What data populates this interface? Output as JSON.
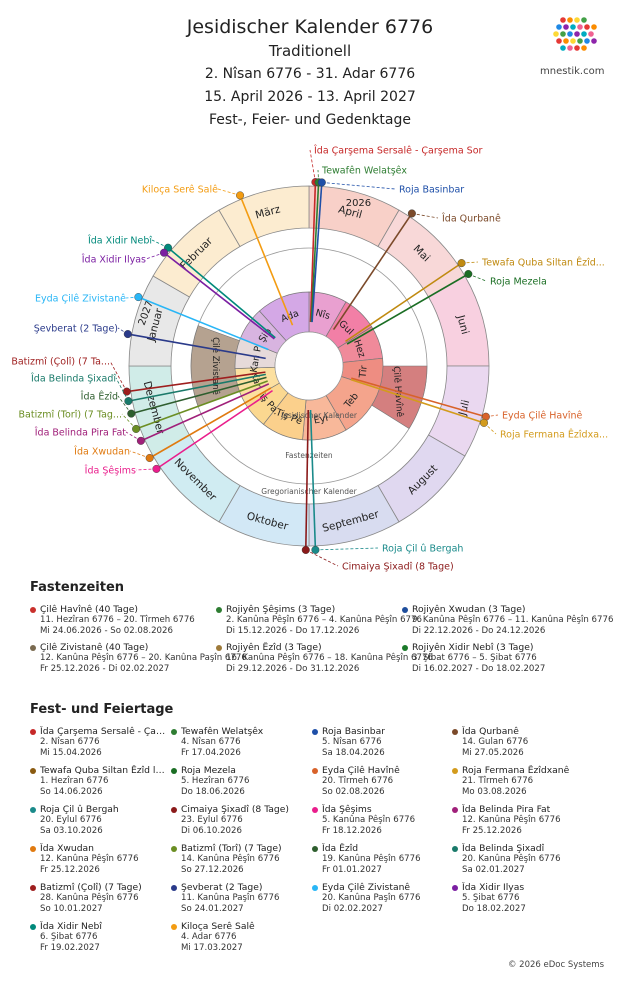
{
  "header": {
    "title": "Jesidischer Kalender 6776",
    "subtitle": "Traditionell",
    "line1": "2. Nîsan 6776 - 31. Adar 6776",
    "line2": "15. April 2026 - 13. April 2027",
    "line3": "Fest-, Feier- und Gedenktage"
  },
  "brand": {
    "name": "mnestik.com"
  },
  "wheel": {
    "center_year": "2026",
    "jan_year": "2027",
    "ring_labels": {
      "yezidi": "Jesidischer Kalender",
      "fasting": "Fastenzeiten",
      "gregorian": "Gregorianischer Kalender"
    },
    "gregorian_months": [
      {
        "name": "April",
        "color": "#f8d0c8"
      },
      {
        "name": "Mai",
        "color": "#f8d8d8"
      },
      {
        "name": "Juni",
        "color": "#f8d0e0"
      },
      {
        "name": "Juli",
        "color": "#ead8f0"
      },
      {
        "name": "August",
        "color": "#e0d8f0"
      },
      {
        "name": "September",
        "color": "#d8dcf0"
      },
      {
        "name": "Oktober",
        "color": "#d2e8f6"
      },
      {
        "name": "November",
        "color": "#d0ecf2"
      },
      {
        "name": "Dezember",
        "color": "#d0ece8"
      },
      {
        "name": "Januar",
        "color": "#e8e8e8"
      },
      {
        "name": "Februar",
        "color": "#fcecd0"
      },
      {
        "name": "März",
        "color": "#fcecd0"
      }
    ],
    "yezidi_months": [
      {
        "name": "Nîs",
        "color": "#e9a0d0"
      },
      {
        "name": "Gul",
        "color": "#f27fa6"
      },
      {
        "name": "Hez",
        "color": "#f08a9a"
      },
      {
        "name": "Tîr",
        "color": "#ee8d82"
      },
      {
        "name": "Teb",
        "color": "#f4a48c"
      },
      {
        "name": "Eyl",
        "color": "#f8b89a"
      },
      {
        "name": "Tiş Pê",
        "color": "#fbd08c"
      },
      {
        "name": "Tiş Pa.",
        "color": "#fbd890"
      },
      {
        "name": "Kan",
        "color": "#fce0a0"
      },
      {
        "name": "Kan Pa",
        "color": "#e6dada"
      },
      {
        "name": "Şib",
        "color": "#d8b4e0"
      },
      {
        "name": "Ada",
        "color": "#d4a8e6"
      }
    ],
    "fasting_blocks": [
      {
        "name": "Çilê Havînê",
        "color": "#d47f7f"
      },
      {
        "name": "Çilê Zivistanê",
        "color": "#b5a290"
      }
    ]
  },
  "fasting": {
    "heading": "Fastenzeiten",
    "items": [
      {
        "name": "Çilê Havînê (40 Tage)",
        "color": "#c9302c",
        "yz": "11. Hezîran 6776 – 20. Tîrmeh 6776",
        "gr": "Mi 24.06.2026 - So 02.08.2026"
      },
      {
        "name": "Rojiyên Şêşims (3 Tage)",
        "color": "#2e7d32",
        "yz": "2. Kanûna Pêşîn 6776 – 4. Kanûna Pêşîn 6776",
        "gr": "Di 15.12.2026 - Do 17.12.2026"
      },
      {
        "name": "Rojiyên Xwudan (3 Tage)",
        "color": "#1f4e9c",
        "yz": "9. Kanûna Pêşîn 6776 – 11. Kanûna Pêşîn 6776",
        "gr": "Di 22.12.2026 - Do 24.12.2026"
      },
      {
        "name": "Çilê Zivistanê (40 Tage)",
        "color": "#7a6a50",
        "yz": "12. Kanûna Pêşîn 6776 – 20. Kanûna Paşîn 6776",
        "gr": "Fr 25.12.2026 - Di 02.02.2027"
      },
      {
        "name": "Rojiyên Êzîd (3 Tage)",
        "color": "#9e7a3a",
        "yz": "16. Kanûna Pêşîn 6776 – 18. Kanûna Pêşîn 6776",
        "gr": "Di 29.12.2026 - Do 31.12.2026"
      },
      {
        "name": "Rojiyên Xidir Nebî (3 Tage)",
        "color": "#1b7a2a",
        "yz": "3. Şibat 6776 – 5. Şibat 6776",
        "gr": "Di 16.02.2027 - Do 18.02.2027"
      }
    ]
  },
  "feasts": {
    "heading": "Fest- und Feiertage",
    "items": [
      {
        "name": "Îda Çarşema Sersalê - Çarşema Sor",
        "color": "#c62828",
        "yz": "2. Nîsan 6776",
        "gr": "Mi 15.04.2026"
      },
      {
        "name": "Tewafên Welatşêx",
        "color": "#2e7d32",
        "yz": "4. Nîsan 6776",
        "gr": "Fr 17.04.2026"
      },
      {
        "name": "Roja Basinbar",
        "color": "#1e4fa8",
        "yz": "5. Nîsan 6776",
        "gr": "Sa 18.04.2026"
      },
      {
        "name": "Îda Qurbanê",
        "color": "#7b4a2a",
        "yz": "14. Gulan 6776",
        "gr": "Mi 27.05.2026"
      },
      {
        "name": "Tewafa Quba Siltan Êzîd li Hewlêr",
        "color": "#8a5a10",
        "yz": "1. Hezîran 6776",
        "gr": "So 14.06.2026"
      },
      {
        "name": "Roja Mezela",
        "color": "#1b6e24",
        "yz": "5. Hezîran 6776",
        "gr": "Do 18.06.2026"
      },
      {
        "name": "Eyda Çilê Havînê",
        "color": "#d8622a",
        "yz": "20. Tîrmeh 6776",
        "gr": "So 02.08.2026"
      },
      {
        "name": "Roja Fermana Êzîdxanê",
        "color": "#d39b1c",
        "yz": "21. Tîrmeh 6776",
        "gr": "Mo 03.08.2026"
      },
      {
        "name": "Roja Çil û Bergah",
        "color": "#1a8a8a",
        "yz": "20. Eylul 6776",
        "gr": "Sa 03.10.2026"
      },
      {
        "name": "Cimaiya Şixadî (8 Tage)",
        "color": "#8b1a1a",
        "yz": "23. Eylul 6776",
        "gr": "Di 06.10.2026"
      },
      {
        "name": "Îda Şêşims",
        "color": "#e91e8c",
        "yz": "5. Kanûna Pêşîn 6776",
        "gr": "Fr 18.12.2026"
      },
      {
        "name": "Îda Belinda Pira Fat",
        "color": "#a0207a",
        "yz": "12. Kanûna Pêşîn 6776",
        "gr": "Fr 25.12.2026"
      },
      {
        "name": "Îda Xwudan",
        "color": "#e07a10",
        "yz": "12. Kanûna Pêşîn 6776",
        "gr": "Fr 25.12.2026"
      },
      {
        "name": "Batizmî (Torî) (7 Tage)",
        "color": "#6b8e23",
        "yz": "14. Kanûna Pêşîn 6776",
        "gr": "So 27.12.2026"
      },
      {
        "name": "Îda Êzîd",
        "color": "#2e5e2e",
        "yz": "19. Kanûna Pêşîn 6776",
        "gr": "Fr 01.01.2027"
      },
      {
        "name": "Îda Belinda Şixadî",
        "color": "#1a7a6a",
        "yz": "20. Kanûna Pêşîn 6776",
        "gr": "Sa 02.01.2027"
      },
      {
        "name": "Batizmî (Çolî) (7 Tage)",
        "color": "#9e1e1e",
        "yz": "28. Kanûna Pêşîn 6776",
        "gr": "So 10.01.2027"
      },
      {
        "name": "Şevberat (2 Tage)",
        "color": "#2a3a8a",
        "yz": "11. Kanûna Paşîn 6776",
        "gr": "So 24.01.2027"
      },
      {
        "name": "Eyda Çilê Zivistanê",
        "color": "#29b6f6",
        "yz": "20. Kanûna Paşîn 6776",
        "gr": "Di 02.02.2027"
      },
      {
        "name": "Îda Xidir Ilyas",
        "color": "#7b1fa2",
        "yz": "5. Şibat 6776",
        "gr": "Do 18.02.2027"
      },
      {
        "name": "Îda Xidir Nebî",
        "color": "#00897b",
        "yz": "6. Şibat 6776",
        "gr": "Fr 19.02.2027"
      },
      {
        "name": "Kiloça Serê Salê",
        "color": "#f39c12",
        "yz": "4. Adar 6776",
        "gr": "Mi 17.03.2027"
      }
    ]
  },
  "callouts": [
    {
      "label": "Îda Çarşema Sersalê - Çarşema Sor",
      "color": "#c62828",
      "side": "top"
    },
    {
      "label": "Tewafên Welatşêx",
      "color": "#2e7d32",
      "side": "top"
    },
    {
      "label": "Roja Basinbar",
      "color": "#1e4fa8",
      "side": "top"
    },
    {
      "label": "Kiloça Serê Salê",
      "color": "#f39c12",
      "side": "left"
    },
    {
      "label": "Îda Qurbanê",
      "color": "#7b4a2a",
      "side": "right"
    },
    {
      "label": "Tewafa Quba Siltan Êzîd...",
      "color": "#c08a10",
      "side": "right"
    },
    {
      "label": "Roja Mezela",
      "color": "#1b6e24",
      "side": "right"
    },
    {
      "label": "Îda Xidir Nebî",
      "color": "#00897b",
      "side": "left"
    },
    {
      "label": "Îda Xidir Ilyas",
      "color": "#7b1fa2",
      "side": "left"
    },
    {
      "label": "Eyda Çilê Zivistanê",
      "color": "#29b6f6",
      "side": "left"
    },
    {
      "label": "Şevberat (2 Tage)",
      "color": "#2a3a8a",
      "side": "left"
    },
    {
      "label": "Batizmî (Çolî) (7 Ta...",
      "color": "#9e1e1e",
      "side": "left"
    },
    {
      "label": "Îda Belinda Şixadî",
      "color": "#1a7a6a",
      "side": "left"
    },
    {
      "label": "Îda Êzîd",
      "color": "#2e5e2e",
      "side": "left"
    },
    {
      "label": "Batizmî (Torî) (7 Tag...",
      "color": "#6b8e23",
      "side": "left"
    },
    {
      "label": "Îda Belinda Pira Fat",
      "color": "#a0207a",
      "side": "left"
    },
    {
      "label": "Îda Xwudan",
      "color": "#e07a10",
      "side": "left"
    },
    {
      "label": "Îda Şêşims",
      "color": "#e91e8c",
      "side": "left"
    },
    {
      "label": "Eyda Çilê Havînê",
      "color": "#d8622a",
      "side": "right"
    },
    {
      "label": "Roja Fermana Êzîdxa...",
      "color": "#d39b1c",
      "side": "right"
    },
    {
      "label": "Roja Çil û Bergah",
      "color": "#1a8a8a",
      "side": "bottom"
    },
    {
      "label": "Cimaiya Şixadî (8 Tage)",
      "color": "#8b1a1a",
      "side": "bottom"
    }
  ],
  "footer": {
    "copyright": "© 2026 eDoc Systems"
  }
}
